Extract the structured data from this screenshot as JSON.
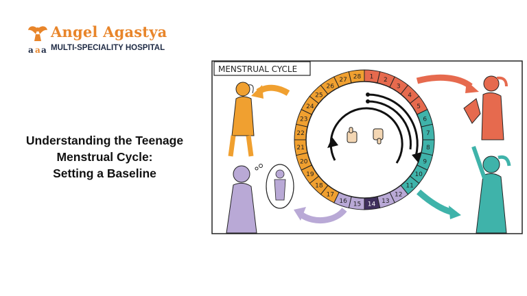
{
  "brand": {
    "name": "Angel Agastya",
    "subtitle": "MULTI-SPECIALITY HOSPITAL",
    "color": "#e8852a"
  },
  "headline": {
    "line1": "Understanding the Teenage",
    "line2": "Menstrual Cycle:",
    "line3": "Setting a Baseline"
  },
  "illustration": {
    "title": "MENSTRUAL CYCLE",
    "days": [
      "1",
      "2",
      "3",
      "4",
      "5",
      "6",
      "7",
      "8",
      "9",
      "10",
      "11",
      "12",
      "13",
      "14",
      "15",
      "16",
      "17",
      "18",
      "19",
      "20",
      "21",
      "22",
      "23",
      "24",
      "25",
      "26",
      "27",
      "28"
    ],
    "phase_colors": {
      "menstruation": "#e66a4e",
      "follicular": "#3fb3aa",
      "ovulation": "#b9a9d6",
      "ovulation_day": "#3f2f5c",
      "luteal": "#f0a030"
    }
  }
}
